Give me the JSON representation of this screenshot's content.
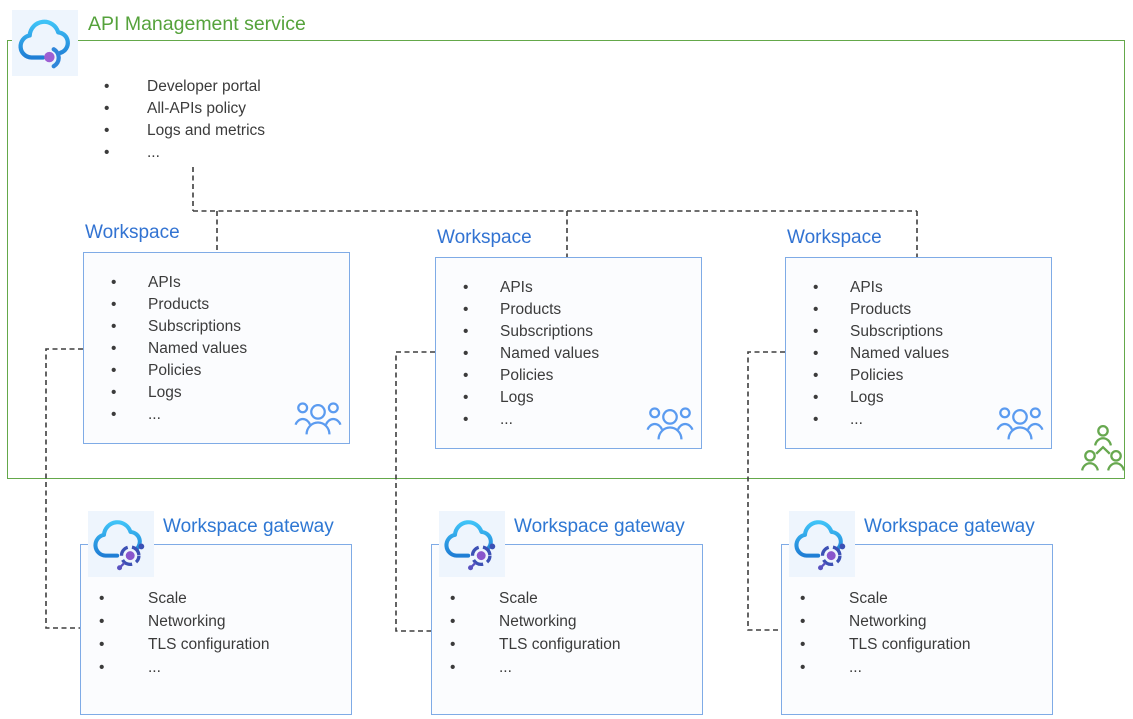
{
  "service": {
    "title": "API Management service",
    "icon": "api-management-cloud-icon",
    "items": [
      "Developer portal",
      "All-APIs policy",
      "Logs and metrics",
      "..."
    ]
  },
  "workspaces": [
    {
      "title": "Workspace",
      "items": [
        "APIs",
        "Products",
        "Subscriptions",
        "Named values",
        "Policies",
        "Logs",
        "..."
      ],
      "corner_icon": "people-icon"
    },
    {
      "title": "Workspace",
      "items": [
        "APIs",
        "Products",
        "Subscriptions",
        "Named values",
        "Policies",
        "Logs",
        "..."
      ],
      "corner_icon": "people-icon"
    },
    {
      "title": "Workspace",
      "items": [
        "APIs",
        "Products",
        "Subscriptions",
        "Named values",
        "Policies",
        "Logs",
        "..."
      ],
      "corner_icon": "people-icon"
    }
  ],
  "gateways": [
    {
      "title": "Workspace gateway",
      "items": [
        "Scale",
        "Networking",
        "TLS configuration",
        "..."
      ],
      "icon": "workspace-gateway-cloud-icon"
    },
    {
      "title": "Workspace gateway",
      "items": [
        "Scale",
        "Networking",
        "TLS configuration",
        "..."
      ],
      "icon": "workspace-gateway-cloud-icon"
    },
    {
      "title": "Workspace gateway",
      "items": [
        "Scale",
        "Networking",
        "TLS configuration",
        "..."
      ],
      "icon": "workspace-gateway-cloud-icon"
    }
  ],
  "org_icon": "organization-people-icon",
  "colors": {
    "service_title_green": "#55a23b",
    "service_border_green": "#64a84a",
    "workspace_title_blue": "#3273d2",
    "card_border_blue": "#7fabe6",
    "people_icon_blue": "#5b9bf0",
    "people_icon_green": "#67a84f",
    "connector_dash_gray": "#3e3e3e",
    "list_text": "#3b3b3b",
    "icon_tile_background": "#eef5fd",
    "cloud_gradient_top": "#3fc3f7",
    "cloud_gradient_bottom": "#1f7ed5",
    "icon_dot_purple": "#9d5fd3",
    "gateway_ring_indigo": "#3c50b4"
  }
}
